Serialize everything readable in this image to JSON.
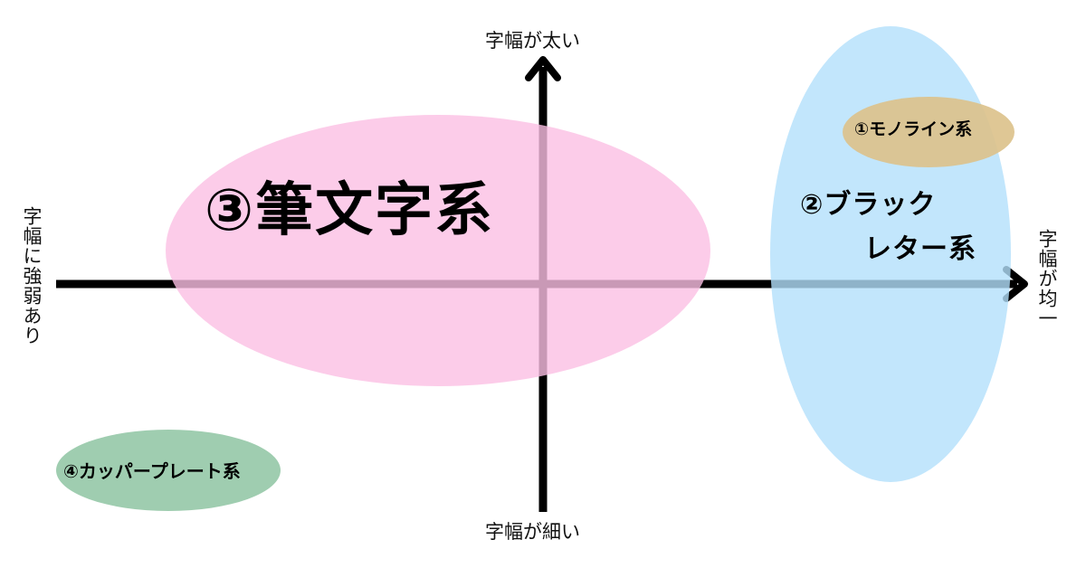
{
  "axes": {
    "top_label": "字幅が太い",
    "bottom_label": "字幅が細い",
    "left_label": "字幅に強弱あり",
    "right_label": "字幅が均一",
    "color": "#000000"
  },
  "groups": [
    {
      "id": "monoline",
      "label": "①モノライン系",
      "color": "#dcc28c"
    },
    {
      "id": "blackletter",
      "label_line1": "②ブラック",
      "label_line2": "レター系",
      "color": "#b3e0fb"
    },
    {
      "id": "fude",
      "label": "③筆文字系",
      "color": "#fbbfe3"
    },
    {
      "id": "copperplate",
      "label": "④カッパープレート系",
      "color": "#9fcdb0"
    }
  ]
}
